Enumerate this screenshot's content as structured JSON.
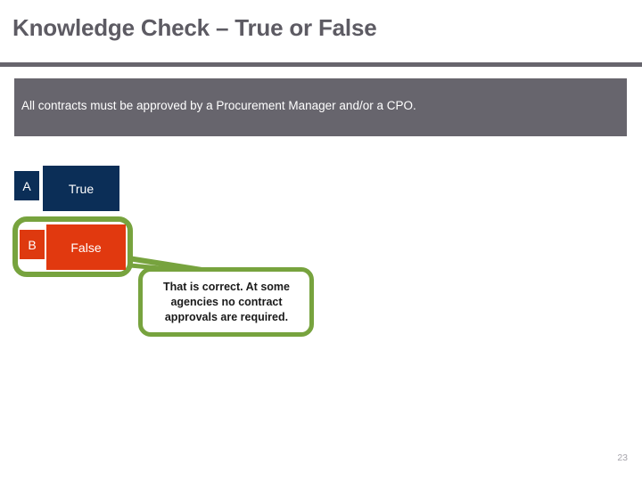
{
  "slide": {
    "title": "Knowledge Check – True or False",
    "page_number": "23"
  },
  "question": {
    "text": "All contracts must be approved by a Procurement Manager and/or a CPO."
  },
  "options": [
    {
      "letter": "A",
      "label": "True",
      "color": "#0b2e57",
      "selected": false
    },
    {
      "letter": "B",
      "label": "False",
      "color": "#e1390f",
      "selected": true
    }
  ],
  "feedback": {
    "text": "That is correct. At some agencies no contract approvals are required."
  },
  "colors": {
    "title_gray": "#5d5b63",
    "banner_gray": "#67656d",
    "navy": "#0b2e57",
    "orange": "#e1390f",
    "highlight_green": "#77a33e",
    "page_number_gray": "#a6a4ab"
  }
}
